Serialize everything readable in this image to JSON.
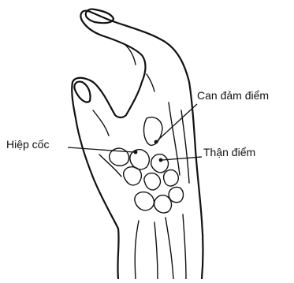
{
  "labels": {
    "hiep_coc": "Hiệp cốc",
    "can_dam_diem": "Can đảm điểm",
    "than_diem": "Thận điểm"
  },
  "colors": {
    "ink": "#111111",
    "background": "#ffffff"
  }
}
